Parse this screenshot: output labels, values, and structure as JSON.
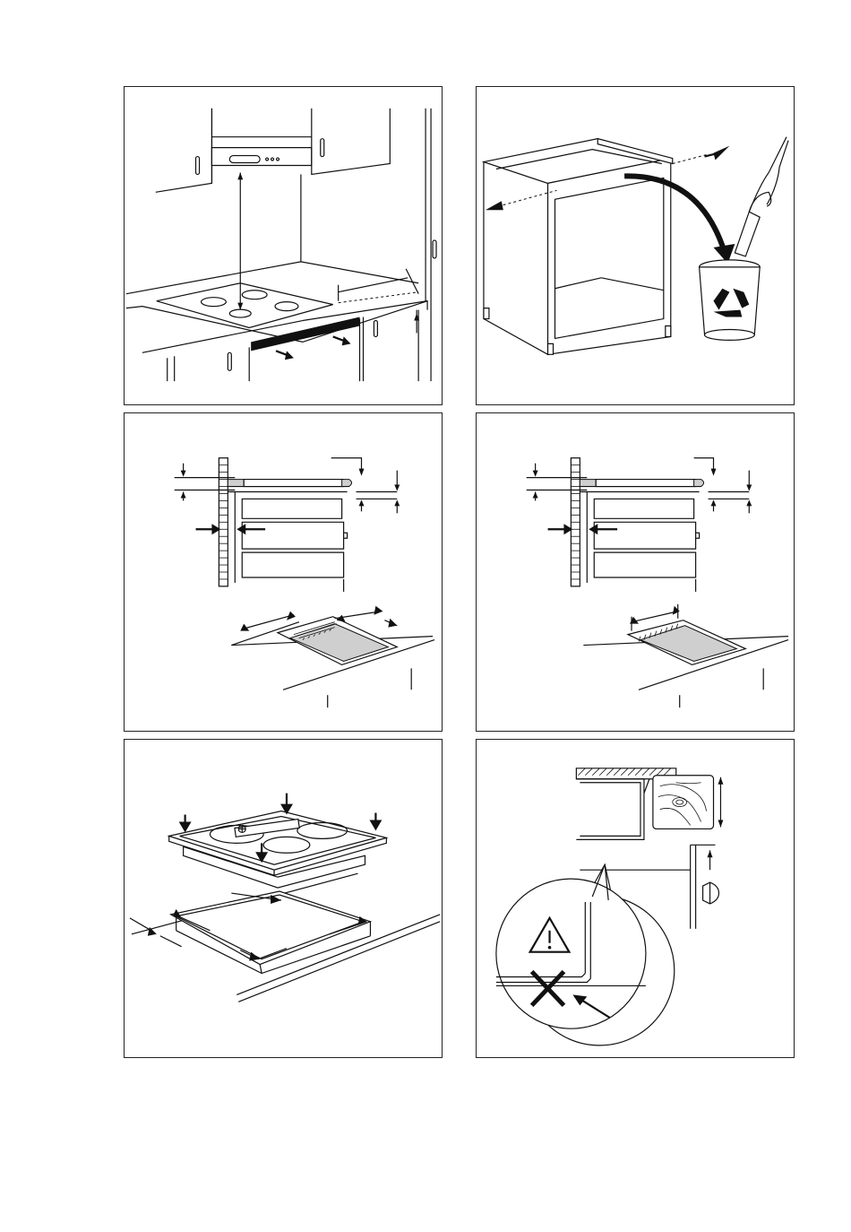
{
  "figures": [
    {
      "id": "hob-kitchen-installation"
    },
    {
      "id": "remove-cabinet-rail-recycle"
    },
    {
      "id": "cutout-dimensions-wall-a"
    },
    {
      "id": "cutout-dimensions-wall-b"
    },
    {
      "id": "hob-seal-placement"
    },
    {
      "id": "worktop-edge-warning"
    }
  ],
  "colors": {
    "line": "#111111",
    "gray_fill": "#cfcfcf",
    "background": "#ffffff"
  },
  "icons": [
    "recycle-icon",
    "warning-triangle-icon",
    "prohibited-x-icon",
    "level-icon"
  ]
}
